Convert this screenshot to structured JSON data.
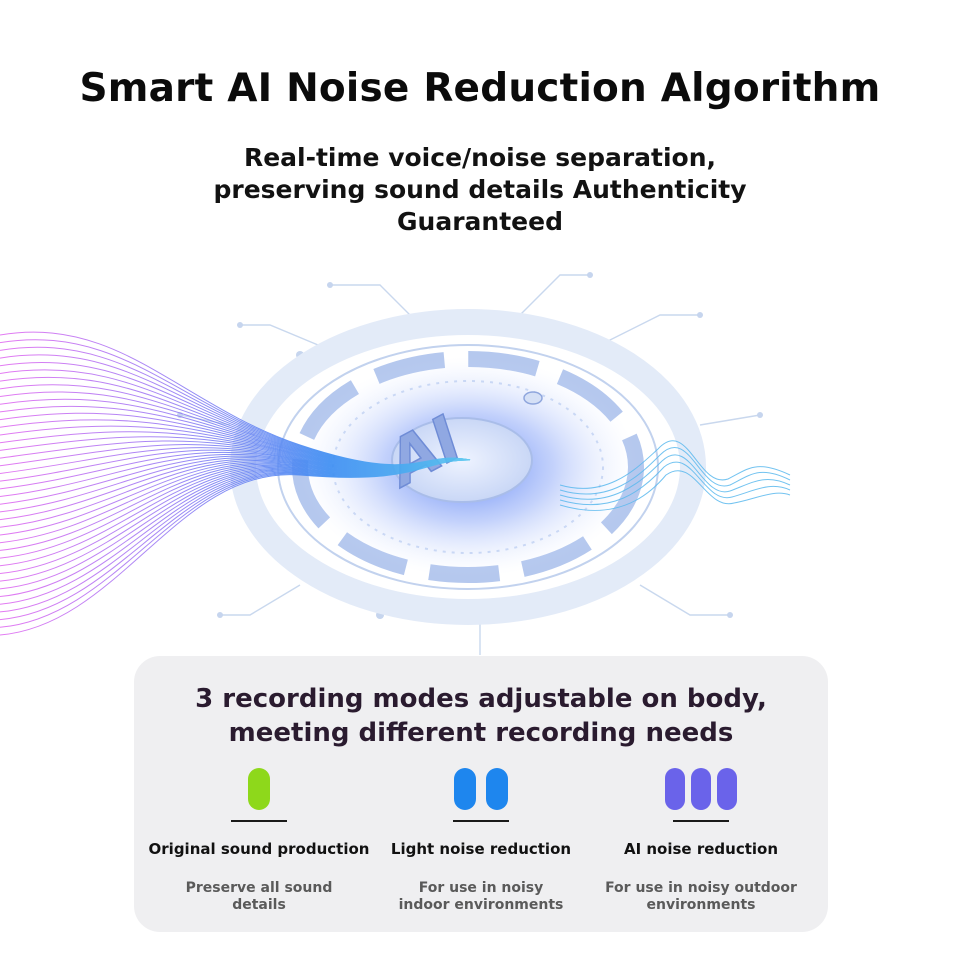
{
  "header": {
    "title": "Smart AI Noise Reduction Algorithm",
    "subtitle_line1": "Real-time voice/noise separation,",
    "subtitle_line2": "preserving sound details Authenticity",
    "subtitle_line3": "Guaranteed"
  },
  "hero": {
    "chip_text": "AI"
  },
  "modes_section": {
    "title_line1": "3 recording modes adjustable on body,",
    "title_line2": "meeting different recording needs",
    "modes": [
      {
        "label": "Original sound production",
        "desc_line1": "Preserve all sound",
        "desc_line2": "details",
        "color": "#8ed81b",
        "bars": 1
      },
      {
        "label": "Light noise reduction",
        "desc_line1": "For use in noisy",
        "desc_line2": "indoor environments",
        "color": "#1e86ee",
        "bars": 2
      },
      {
        "label": "AI noise reduction",
        "desc_line1": "For use in noisy outdoor",
        "desc_line2": "environments",
        "color": "#6a63ea",
        "bars": 3
      }
    ]
  },
  "colors": {
    "wave_start": "#e16cf1",
    "wave_end": "#2d7cf0",
    "hero_accent": "#4c6ef5"
  }
}
